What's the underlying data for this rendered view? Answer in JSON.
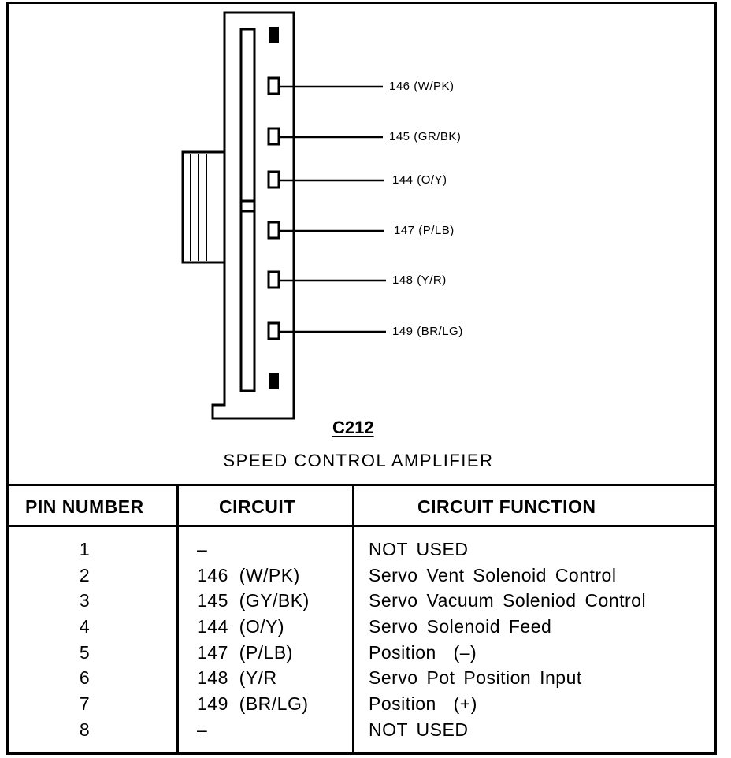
{
  "diagram": {
    "connector_id": "C212",
    "component_name": "SPEED CONTROL AMPLIFIER",
    "pin_labels": [
      "146 (W/PK)",
      "145 (GR/BK)",
      "144 (O/Y)",
      "147 (P/LB)",
      "148 (Y/R)",
      "149 (BR/LG)"
    ]
  },
  "table": {
    "headers": {
      "pin": "PIN NUMBER",
      "circuit": "CIRCUIT",
      "function": "CIRCUIT FUNCTION"
    },
    "rows": [
      {
        "pin": "1",
        "circuit": "–",
        "function": "NOT USED"
      },
      {
        "pin": "2",
        "circuit": "146  (W/PK)",
        "function": "Servo Vent Solenoid Control"
      },
      {
        "pin": "3",
        "circuit": "145  (GY/BK)",
        "function": "Servo Vacuum Soleniod Control"
      },
      {
        "pin": "4",
        "circuit": "144  (O/Y)",
        "function": "Servo Solenoid Feed"
      },
      {
        "pin": "5",
        "circuit": "147  (P/LB)",
        "function": "Position  (–)"
      },
      {
        "pin": "6",
        "circuit": "148  (Y/R",
        "function": "Servo Pot Position Input"
      },
      {
        "pin": "7",
        "circuit": "149  (BR/LG)",
        "function": "Position  (+)"
      },
      {
        "pin": "8",
        "circuit": "–",
        "function": "NOT USED"
      }
    ]
  }
}
